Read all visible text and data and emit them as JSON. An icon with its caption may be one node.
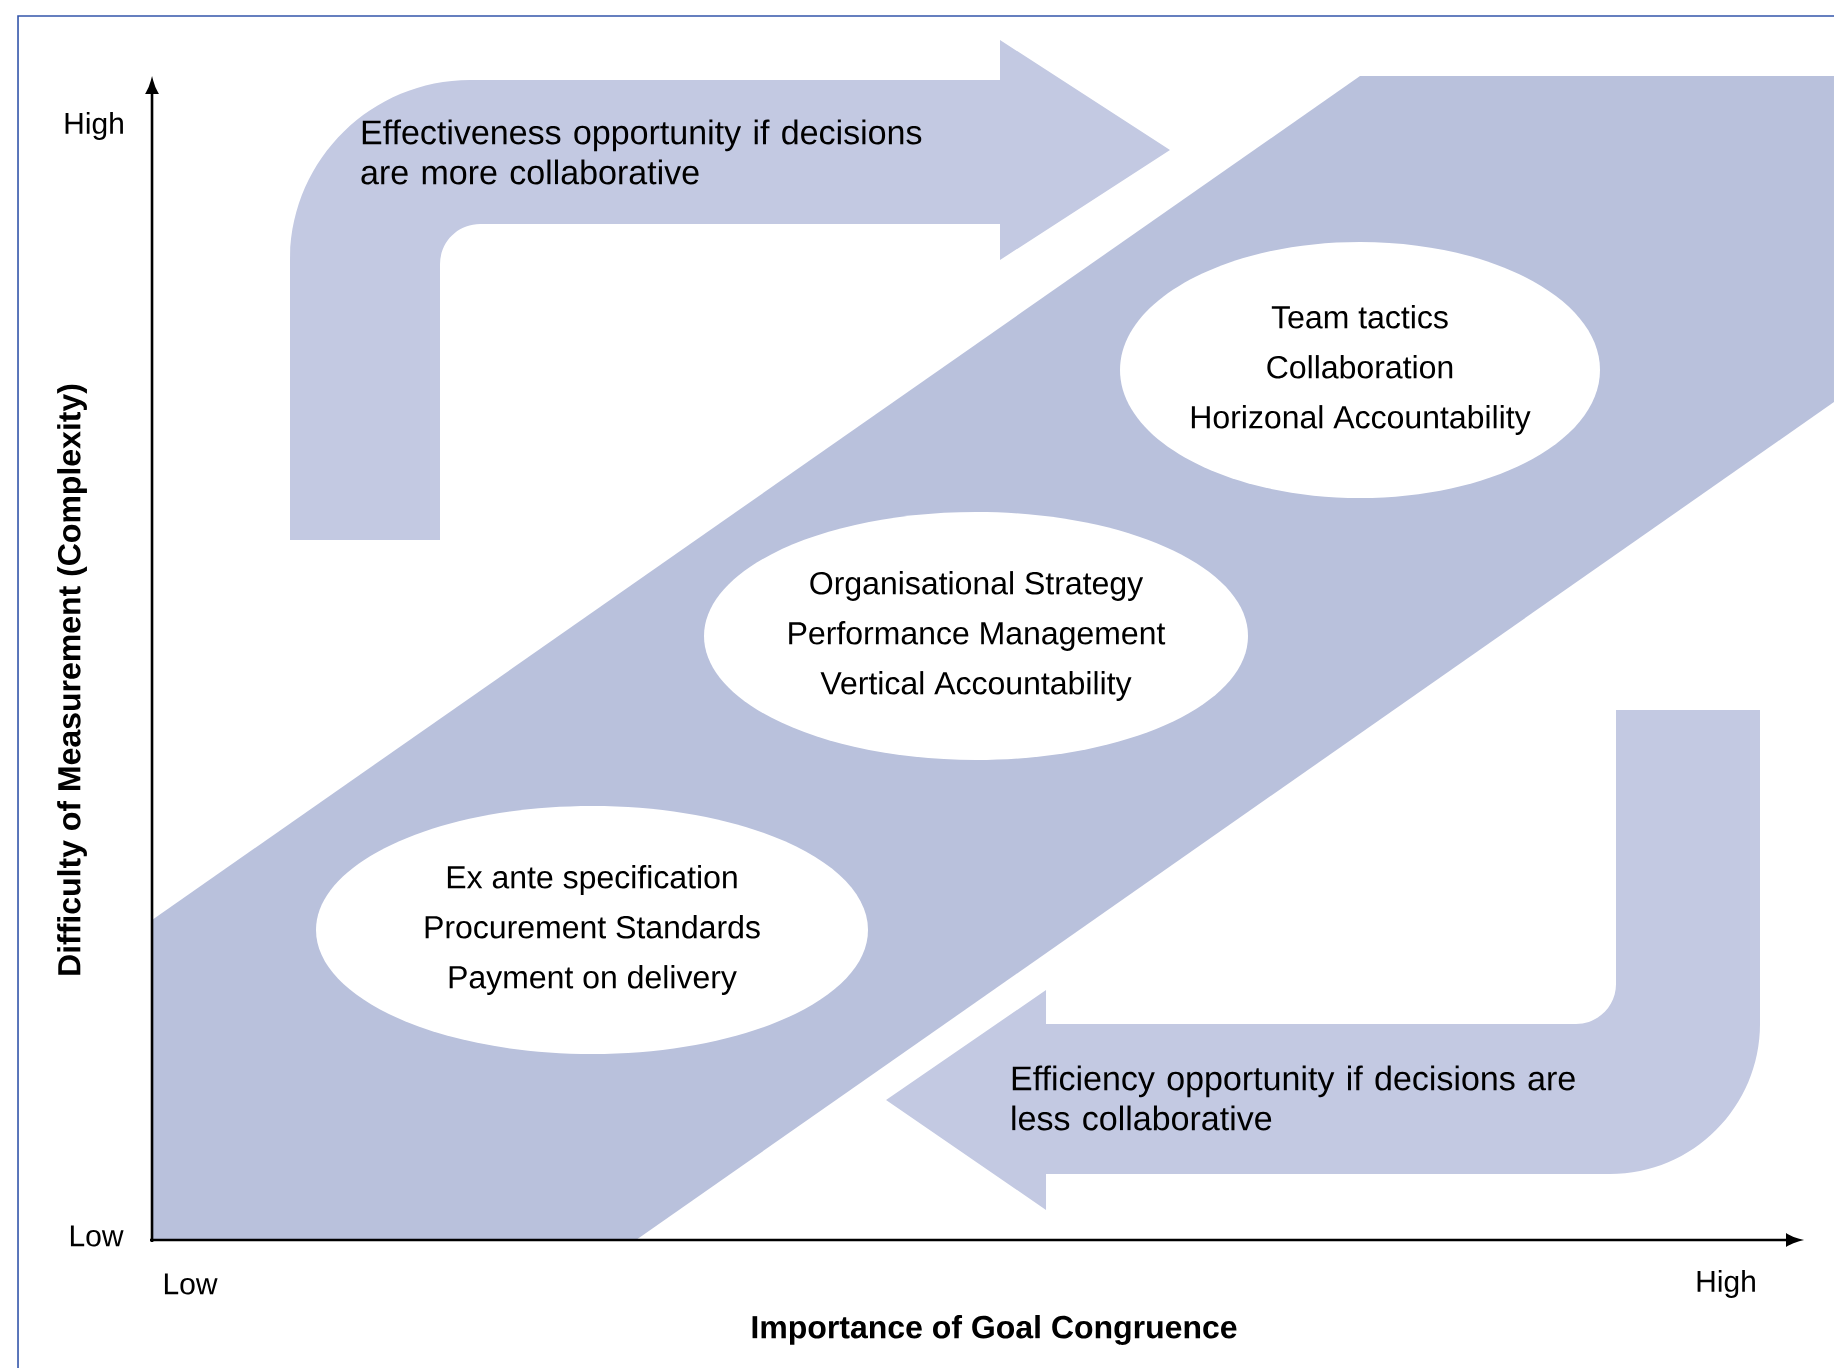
{
  "diagram": {
    "nodes": [
      {
        "text": [
          "Effectiveness opportunity if decisions are more collaborative"
        ]
      },
      {
        "text": [
          "Team tactics",
          "Collaboration",
          "Horizonal Accountability"
        ]
      },
      {
        "text": [
          "Organisational Strategy",
          "Performance Management",
          "Vertical Accountability"
        ]
      },
      {
        "text": [
          "Ex ante specification",
          "Procurement Standards",
          "Payment on delivery"
        ]
      },
      {
        "text": [
          "Efficiency opportunity if decisions are less collaborative"
        ]
      }
    ],
    "labels": [
      "High",
      "Difficulty of Measurement (Complexity)",
      "Low",
      "Low",
      "High",
      "Importance of Goal Congruence"
    ]
  }
}
